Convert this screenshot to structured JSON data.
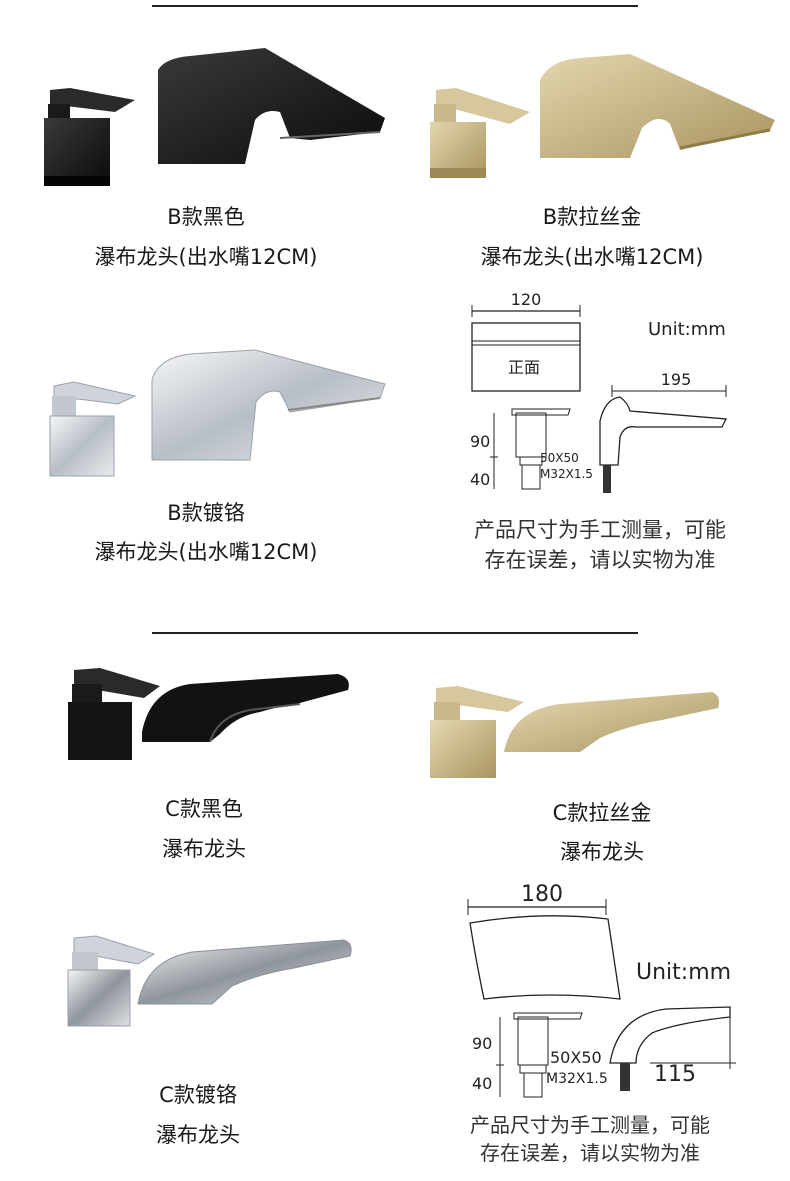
{
  "section_b": {
    "black": {
      "line1": "B款黑色",
      "line2": "瀑布龙头(出水嘴12CM)"
    },
    "gold": {
      "line1": "B款拉丝金",
      "line2": "瀑布龙头(出水嘴12CM)"
    },
    "chrome": {
      "line1": "B款镀铬",
      "line2": "瀑布龙头(出水嘴12CM)"
    },
    "diagram": {
      "width_label": "120",
      "unit_label": "Unit:mm",
      "front_label": "正面",
      "spout_length_label": "195",
      "height_label": "90",
      "base_label": "40",
      "size_label": "50X50",
      "thread_label": "M32X1.5"
    },
    "note": {
      "line1": "产品尺寸为手工测量，可能",
      "line2": "存在误差，请以实物为准"
    }
  },
  "section_c": {
    "black": {
      "line1": "C款黑色",
      "line2": "瀑布龙头"
    },
    "gold": {
      "line1": "C款拉丝金",
      "line2": "瀑布龙头"
    },
    "chrome": {
      "line1": "C款镀铬",
      "line2": "瀑布龙头"
    },
    "diagram": {
      "width_label": "180",
      "unit_label": "Unit:mm",
      "spout_length_label": "115",
      "height_label": "90",
      "base_label": "40",
      "size_label": "50X50",
      "thread_label": "M32X1.5"
    },
    "note": {
      "line1": "产品尺寸为手工测量，可能",
      "line2": "存在误差，请以实物为准"
    }
  },
  "colors": {
    "black": "#111111",
    "gold": "#c9b88a",
    "chrome": "#d9dde3",
    "line": "#222222"
  }
}
